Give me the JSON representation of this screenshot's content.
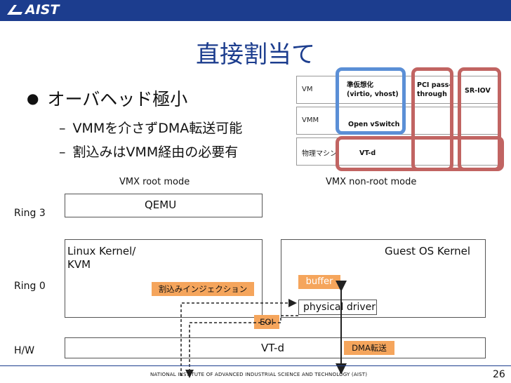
{
  "header": {
    "logo_text": "AIST"
  },
  "title": "直接割当て",
  "bullets": {
    "main": "オーバヘッド極小",
    "subs": [
      "VMMを介さずDMA転送可能",
      "割込みはVMM経由の必要有"
    ]
  },
  "mini_table": {
    "rows": [
      "VM",
      "VMM",
      "物理マシン"
    ],
    "para_label": "準仮想化",
    "para_sub": "(virtio, vhost)",
    "open_vswitch": "Open vSwitch",
    "vtd": "VT-d",
    "pci_label": "PCI pass-",
    "pci_label2": "through",
    "sriov": "SR-IOV"
  },
  "diagram": {
    "vmx_root": "VMX root mode",
    "vmx_nonroot": "VMX non-root mode",
    "ring3": "Ring 3",
    "ring0": "Ring 0",
    "hw": "H/W",
    "qemu": "QEMU",
    "linux_kernel_1": "Linux Kernel/",
    "linux_kernel_2": "KVM",
    "guest_os": "Guest OS Kernel",
    "interrupt_injection": "割込みインジェクション",
    "buffer": "buffer",
    "physical_driver": "physical driver",
    "eoi": "EOI",
    "vtd": "VT-d",
    "dma": "DMA転送"
  },
  "footer": {
    "institute": "NATIONAL INSTITUTE OF ADVANCED INDUSTRIAL SCIENCE AND TECHNOLOGY (AIST)",
    "page": "26"
  },
  "colors": {
    "brand": "#1c3d8e",
    "tag": "#f5a55c",
    "highlight_blue": "#5b8fd6",
    "highlight_red": "#c16462"
  }
}
